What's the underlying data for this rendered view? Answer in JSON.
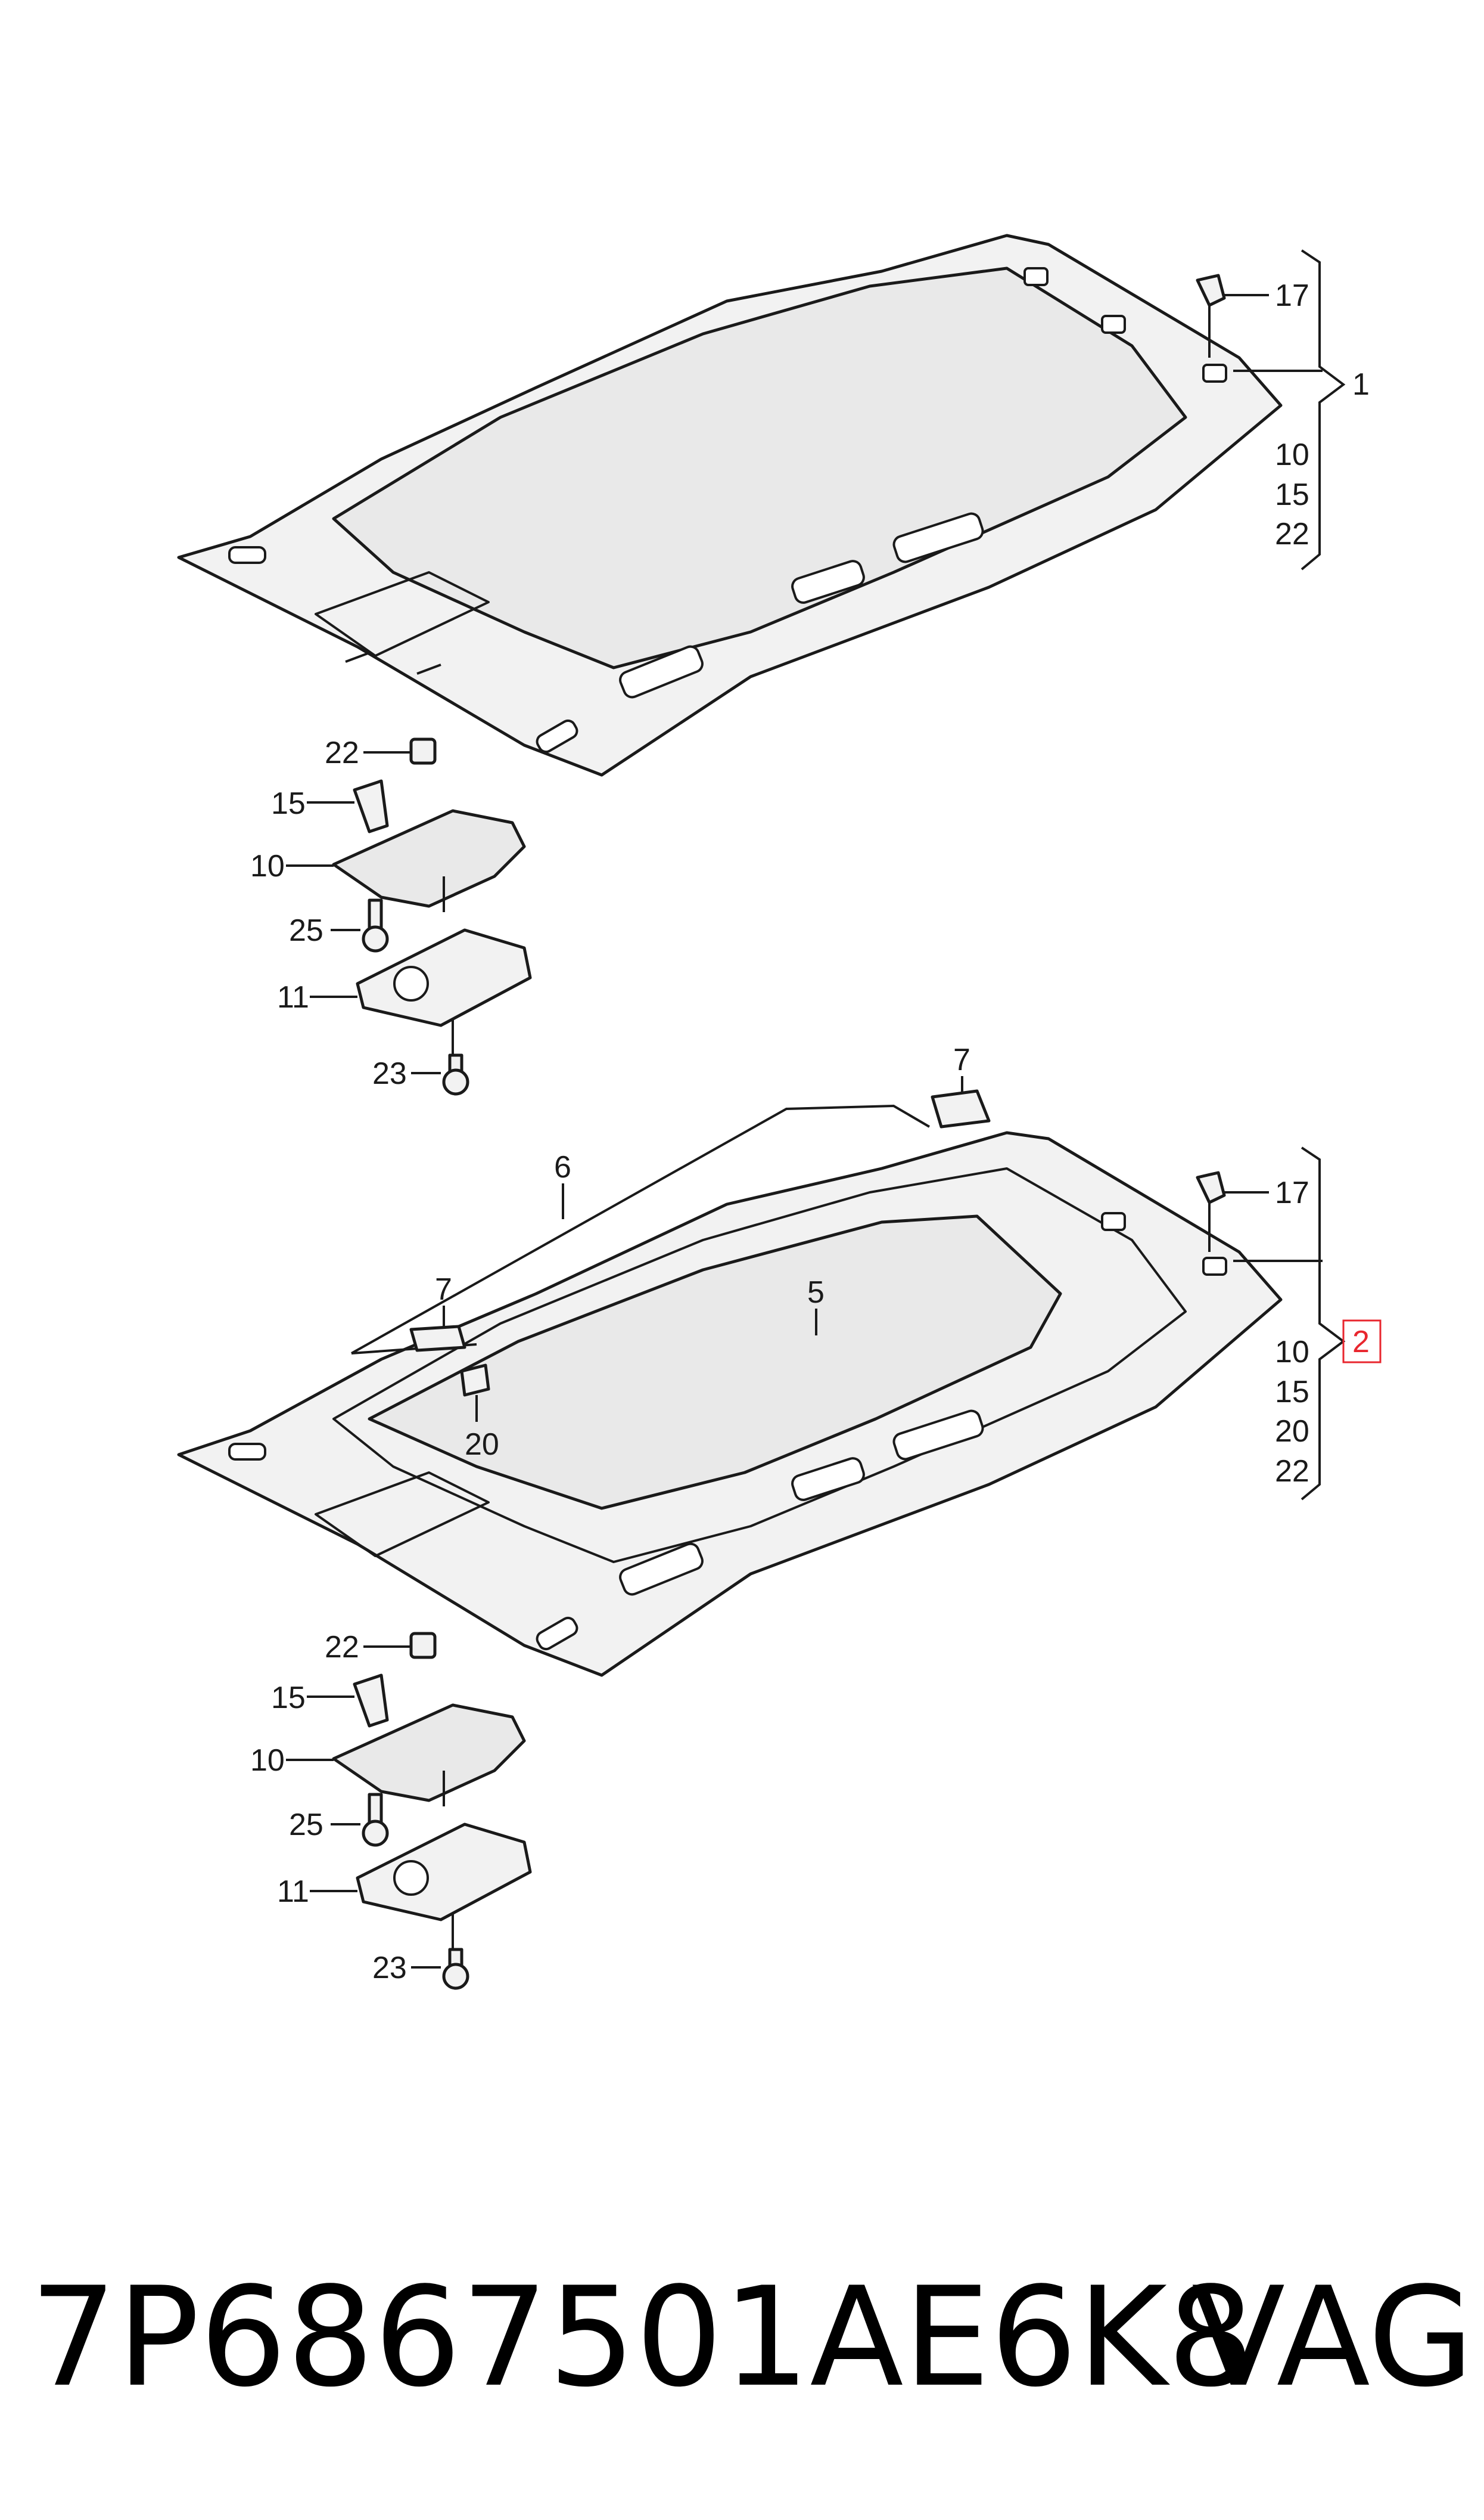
{
  "callouts": {
    "top": {
      "c17": "17",
      "c1": "1",
      "c10": "10",
      "c15": "15",
      "c22": "22",
      "l22": "22",
      "l15": "15",
      "l10": "10",
      "l25": "25",
      "l11": "11",
      "l23": "23"
    },
    "bottom": {
      "c7a": "7",
      "c6": "6",
      "c7b": "7",
      "c5": "5",
      "c20": "20",
      "c17": "17",
      "c2": "2",
      "c10": "10",
      "c15": "15",
      "c20r": "20",
      "c22": "22",
      "l22": "22",
      "l15": "15",
      "l10": "10",
      "l25": "25",
      "l11": "11",
      "l23": "23"
    }
  },
  "footer": {
    "part_number": "7P6867501AE6K8",
    "brand": "VAG"
  },
  "highlight_color": "#e8262e"
}
